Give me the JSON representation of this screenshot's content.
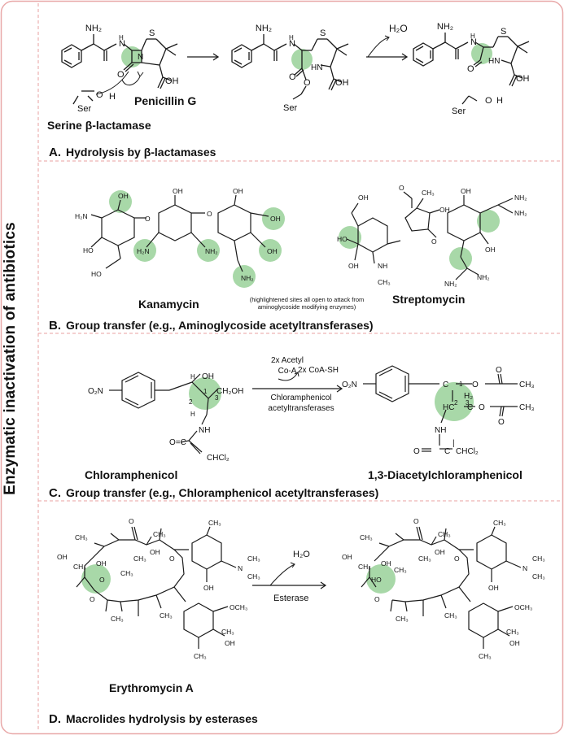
{
  "side_title": "Enzymatic inactivation of antibiotics",
  "panels": {
    "a": {
      "letter": "A.",
      "caption": "Hydrolysis by β-lactamases",
      "molecule_name": "Penicillin G",
      "enzyme_name": "Serine β-lactamase",
      "water": "H₂O",
      "atoms": {
        "nh2": "NH₂",
        "nh": "N",
        "h": "H",
        "s": "S",
        "oh": "OH",
        "o": "O",
        "ser": "Ser"
      }
    },
    "b": {
      "letter": "B.",
      "caption": "Group transfer (e.g., Aminoglycoside acetyltransferases)",
      "molecule_left": "Kanamycin",
      "molecule_right": "Streptomycin",
      "note_line1": "(highlightened sites all open to attack from",
      "note_line2": "aminoglycoside modifying enzymes)"
    },
    "c": {
      "letter": "C.",
      "caption": "Group transfer (e.g., Chloramphenicol acetyltransferases)",
      "molecule_left": "Chloramphenicol",
      "molecule_right": "1,3-Diacetylchloramphenicol",
      "reagent_line1": "2x Acetyl",
      "reagent_line2": "Co-A",
      "product_side": "2x CoA-SH",
      "enzyme_line1": "Chloramphenicol",
      "enzyme_line2": "acetyltransferases"
    },
    "d": {
      "letter": "D.",
      "caption": "Macrolides hydrolysis by esterases",
      "molecule_name": "Erythromycin A",
      "water": "H₂O",
      "enzyme": "Esterase"
    }
  },
  "colors": {
    "border": "#e8a8a8",
    "divider": "#e8a0a0",
    "highlight": "#a8d8a8",
    "bond": "#1a1a1a"
  }
}
